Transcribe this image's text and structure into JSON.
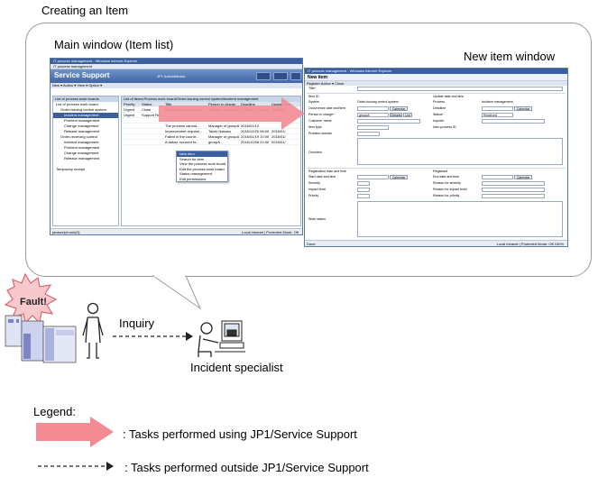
{
  "diagram": {
    "title": "Creating an Item",
    "main_window_label": "Main window (Item list)",
    "new_window_label": "New item window",
    "fault_label": "Fault!",
    "inquiry_label": "Inquiry",
    "specialist_label": "Incident specialist",
    "legend_title": "Legend:",
    "legend_solid": ": Tasks performed using JP1/Service Support",
    "legend_dashed": ": Tasks performed outside JP1/Service Support",
    "colors": {
      "pink_arrow": "#f28b93",
      "window_blue": "#3b5f9a",
      "bubble_border": "#9a9a9a"
    }
  },
  "main_window": {
    "ie_title": "IT process management - Windows Internet Explorer",
    "tab": "IT process management",
    "app_name": "Service Support",
    "user": "JP1 Administrator",
    "menu": "New ▾  Action ▾  View ▾  Option ▾",
    "left_head": "List of process work boards",
    "tree": [
      "List of process work board",
      "Order-issuing control system",
      "Incident management",
      "Problem management",
      "Change management",
      "Release management",
      "Order-receiving control",
      "Incident management",
      "Problem management",
      "Change management",
      "Release management",
      "Temporary receipt"
    ],
    "right_head": "List of items:Process work board/Order-issuing control system/Incident management",
    "columns": [
      "Priority",
      "Status",
      "Title",
      "Person in charge",
      "Deadline",
      "Update date"
    ],
    "rows": [
      [
        "Urgent",
        "Close",
        "Regarding the compan...",
        "Manager of groupA",
        "2016/01/12 10:00",
        "2016/01/"
      ],
      [
        "Urgent",
        "Support Re...",
        "",
        "",
        "",
        ""
      ],
      [
        "",
        "",
        "",
        "",
        "",
        ""
      ],
      [
        "",
        "",
        "The process cannot...",
        "Manager of groupA",
        "2016/01/13",
        ""
      ],
      [
        "",
        "",
        "Improvement request...",
        "Taichi Nakano",
        "2016/12/20 08:00",
        "2016/01/"
      ],
      [
        "",
        "",
        "Failed in the countr...",
        "Manager of groupA",
        "2016/01/19 10:00",
        "2016/01/"
      ],
      [
        "",
        "",
        "A failure occured to...",
        "groupA",
        "2016/12/08 22:00",
        "2016/01/"
      ]
    ],
    "context_menu": [
      "New item",
      "Search for item",
      "View the process work board",
      "Edit the process work board",
      "Status management",
      "Edit permissions"
    ],
    "status_left": "javascript:void(0);",
    "status_right": "Local intranet | Protected Mode: Off"
  },
  "new_window": {
    "ie_title": "IT process management - Windows Internet Explorer",
    "heading": "New item",
    "menu": "Register  Action ▾  Close",
    "labels": {
      "title": "Title*",
      "item_id": "Item ID",
      "update_dt": "Update date and time",
      "system": "System",
      "system_val": "Order-issuing control system",
      "process": "Process",
      "process_val": "Incident management",
      "occurrence": "Occurrence date and time",
      "deadline": "Deadline",
      "calendar": "Calendar",
      "person": "Person in charge*",
      "person_val": "groupA",
      "details": "Details",
      "list": "List",
      "status": "Status*",
      "status_val": "Received",
      "customer": "Customer name",
      "inquirer": "Inquirer",
      "item_type": "Item type",
      "inter_process": "Inter-process ID",
      "problem_domain": "Problem domain",
      "overview": "Overview",
      "registration_dt": "Registration date and time",
      "registrant": "Registrant",
      "start_dt": "Start date and time",
      "end_dt": "End date and time",
      "severity": "Severity",
      "reason_severity": "Reason for severity",
      "impact": "Impact level",
      "reason_impact": "Reason for impact level",
      "priority": "Priority",
      "reason_priority": "Reason for priority",
      "work_status": "Work status"
    },
    "status_left": "Done",
    "status_right": "Local intranet | Protected Mode: Off   100%"
  }
}
